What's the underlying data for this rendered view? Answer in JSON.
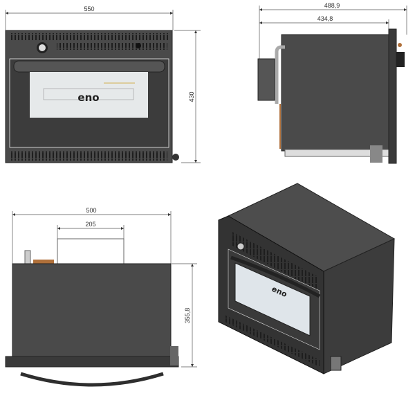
{
  "title": "Built-in oven dimension drawing",
  "brand_logo": "eno",
  "colors": {
    "body": "#4a4a4a",
    "dark": "#2e2e2e",
    "glass": "#e6e9ea",
    "copper": "#b0703a"
  },
  "views": {
    "front": {
      "width_label": "550",
      "height_label": "430"
    },
    "side": {
      "depth_total_label": "488,9",
      "depth_body_label": "434,8"
    },
    "top": {
      "width_label": "500",
      "box_width_label": "205",
      "depth_label": "355,8"
    },
    "isometric": {}
  }
}
